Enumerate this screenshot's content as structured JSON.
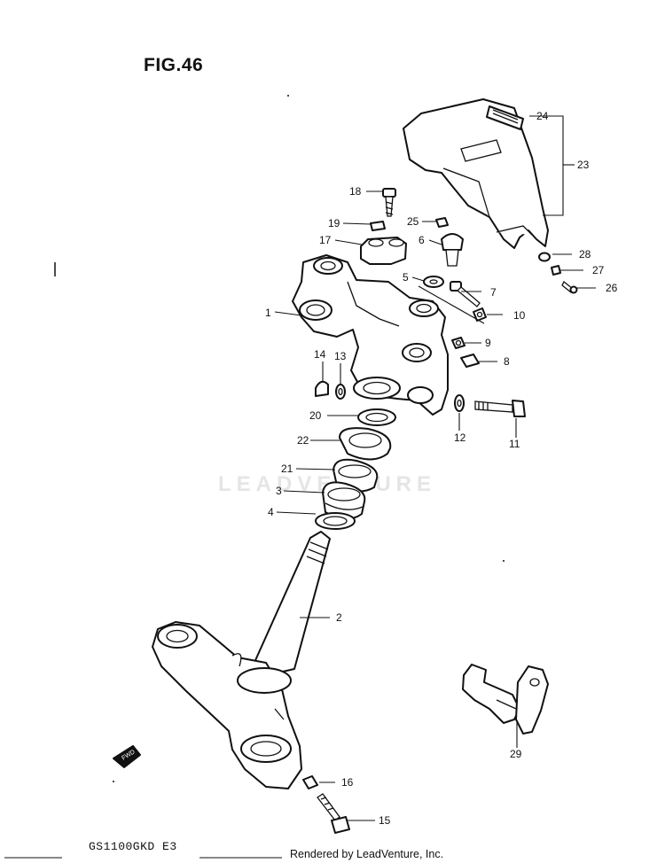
{
  "figure": {
    "title": "FIG.46",
    "model": "GS1100GKD E3",
    "credit": "Rendered by LeadVenture, Inc.",
    "watermark": "LEADVENTURE",
    "fwd_badge": "FWD"
  },
  "callouts": [
    {
      "num": "1"
    },
    {
      "num": "2"
    },
    {
      "num": "3"
    },
    {
      "num": "4"
    },
    {
      "num": "5"
    },
    {
      "num": "6"
    },
    {
      "num": "7"
    },
    {
      "num": "8"
    },
    {
      "num": "9"
    },
    {
      "num": "10"
    },
    {
      "num": "11"
    },
    {
      "num": "12"
    },
    {
      "num": "13"
    },
    {
      "num": "14"
    },
    {
      "num": "15"
    },
    {
      "num": "16"
    },
    {
      "num": "17"
    },
    {
      "num": "18"
    },
    {
      "num": "19"
    },
    {
      "num": "20"
    },
    {
      "num": "21"
    },
    {
      "num": "22"
    },
    {
      "num": "23"
    },
    {
      "num": "24"
    },
    {
      "num": "25"
    },
    {
      "num": "26"
    },
    {
      "num": "27"
    },
    {
      "num": "28"
    },
    {
      "num": "29"
    }
  ]
}
